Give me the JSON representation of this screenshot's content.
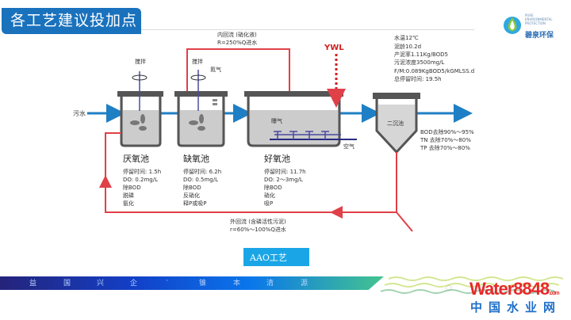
{
  "header": {
    "title": "各工艺建议投加点"
  },
  "logo": {
    "brand": "碧泉环保",
    "subtitle": "PURE ENVIRONMENTAL PROTECTION"
  },
  "diagram": {
    "inflow_label": "污水",
    "stir_label_1": "搅拌",
    "stir_label_2": "搅拌",
    "nitrogen_label": "氮气",
    "aeration_label": "曝气",
    "air_label": "空气",
    "clarifier_label": "二沉池",
    "dosing_point": "YWL",
    "internal_recycle": {
      "line1": "内回流 (硝化液)",
      "line2": "R=250%Q进水"
    },
    "external_recycle": {
      "line1": "外回流 (含磷活性污泥)",
      "line2": "r=60%～100%Q进水"
    },
    "tanks": [
      {
        "name": "厌氧池",
        "lines": [
          "停留时间: 1.5h",
          "DO: 0.2mg/L",
          "除BOD",
          "脱磷",
          "氨化"
        ]
      },
      {
        "name": "缺氧池",
        "lines": [
          "停留时间: 6.2h",
          "DO: 0.5mg/L",
          "除BOD",
          "反硝化",
          "释P或吸P"
        ]
      },
      {
        "name": "好氧池",
        "lines": [
          "停留时间: 11.7h",
          "DO: 2～3mg/L",
          "除BOD",
          "硝化",
          "吸P"
        ]
      }
    ],
    "parameters": [
      "水温12℃",
      "泥龄10.2d",
      "产泥率1.11Kg/BOD5",
      "污泥浓度3500mg/L",
      "F/M:0.089KgBOD5/kGMLSS.d",
      "总停留时间: 19.5h"
    ],
    "removal": [
      "BOD去除90%～95%",
      "TN 去除70%～80%",
      "TP 去除70%～80%"
    ]
  },
  "caption": "AAO工艺",
  "footer": {
    "slogan": [
      "益",
      "国",
      "兴",
      "企",
      "·",
      "锥",
      "本",
      "清",
      "源"
    ],
    "site_brand": "Water8848",
    "site_domain": ".com",
    "site_name": "中国水业网"
  },
  "colors": {
    "header": "#1a72bd",
    "flow": "#1f7fc4",
    "recycle": "#e04048",
    "caption": "#1aa6e6"
  }
}
